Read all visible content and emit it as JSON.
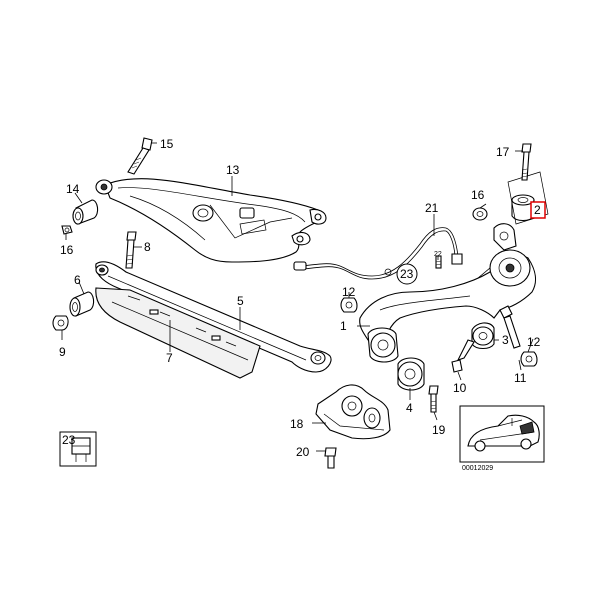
{
  "callouts": {
    "c1": "1",
    "c2": "2",
    "c3": "3",
    "c4": "4",
    "c5": "5",
    "c6": "6",
    "c7": "7",
    "c8": "8",
    "c9": "9",
    "c10": "10",
    "c11": "11",
    "c12a": "12",
    "c12b": "12",
    "c13": "13",
    "c14": "14",
    "c15": "15",
    "c16a": "16",
    "c16b": "16",
    "c17": "17",
    "c18": "18",
    "c19": "19",
    "c20": "20",
    "c21": "21",
    "c22": "22",
    "c23a": "23",
    "c23b": "23"
  },
  "reference_code": "00012029",
  "colors": {
    "highlight_box": "#e00000",
    "line": "#000000"
  }
}
